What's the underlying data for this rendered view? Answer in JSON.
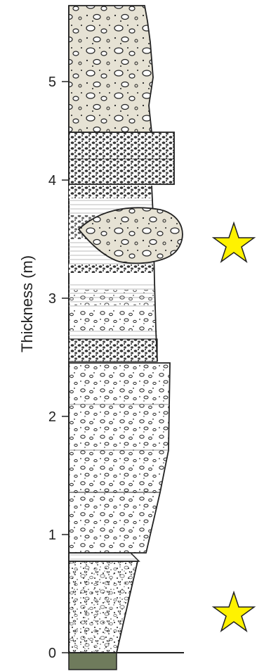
{
  "axis": {
    "title": "Thickness (m)",
    "ticks": [
      "0",
      "1",
      "2",
      "3",
      "4",
      "5"
    ]
  },
  "colors": {
    "line": "#222222",
    "coarse_bed_fill": "#e6e2d4",
    "lens_fill": "#e6e2d4",
    "base_fill": "#6f7b5c",
    "star_fill": "#fff200"
  },
  "markers": [
    {
      "name": "upper-star",
      "symbol": "star",
      "color": "#fff200"
    },
    {
      "name": "lower-star",
      "symbol": "star",
      "color": "#fff200"
    }
  ]
}
